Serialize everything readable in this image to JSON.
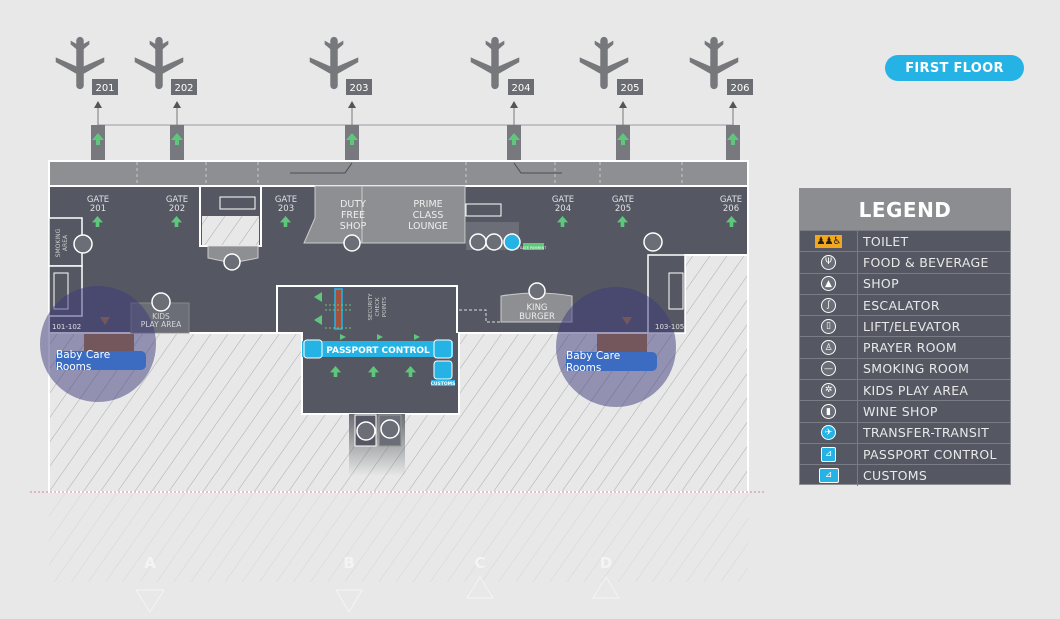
{
  "floor_label": "FIRST FLOOR",
  "plane_gates": [
    "201",
    "202",
    "203",
    "204",
    "205",
    "206"
  ],
  "gates": [
    {
      "word": "GATE",
      "number": "201"
    },
    {
      "word": "GATE",
      "number": "202"
    },
    {
      "word": "GATE",
      "number": "203"
    },
    {
      "word": "GATE",
      "number": "204"
    },
    {
      "word": "GATE",
      "number": "205"
    },
    {
      "word": "GATE",
      "number": "206"
    }
  ],
  "areas": {
    "duty_free": [
      "DUTY",
      "FREE",
      "SHOP"
    ],
    "lounge": [
      "PRIME",
      "CLASS",
      "LOUNGE"
    ],
    "king_burger": [
      "KING",
      "BURGER"
    ],
    "kids_play": [
      "KIDS",
      "PLAY AREA"
    ],
    "smoking": [
      "SMOKING",
      "AREA"
    ],
    "security": [
      "SECURITY",
      "CHECK",
      "POINTS"
    ],
    "passport_control": "PASSPORT CONTROL",
    "customs": "CUSTOMS",
    "gate_payment": "GATE PAYMENT",
    "room_left": "101-102",
    "room_right": "103-105"
  },
  "baby_care": [
    "Baby Care Rooms",
    "Baby Care Rooms"
  ],
  "exits": [
    "A",
    "B",
    "C",
    "D"
  ],
  "legend": {
    "title": "LEGEND",
    "items": [
      {
        "icon": "toilet-icon",
        "label": "TOILET"
      },
      {
        "icon": "food-beverage-icon",
        "label": "FOOD & BEVERAGE"
      },
      {
        "icon": "shop-icon",
        "label": "SHOP"
      },
      {
        "icon": "escalator-icon",
        "label": "ESCALATOR"
      },
      {
        "icon": "elevator-icon",
        "label": "LIFT/ELEVATOR"
      },
      {
        "icon": "prayer-room-icon",
        "label": "PRAYER ROOM"
      },
      {
        "icon": "smoking-room-icon",
        "label": "SMOKING ROOM"
      },
      {
        "icon": "kids-play-icon",
        "label": "KIDS PLAY AREA"
      },
      {
        "icon": "wine-shop-icon",
        "label": "WINE SHOP"
      },
      {
        "icon": "transfer-transit-icon",
        "label": "TRANSFER-TRANSIT"
      },
      {
        "icon": "passport-control-icon",
        "label": "PASSPORT CONTROL"
      },
      {
        "icon": "customs-icon",
        "label": "CUSTOMS"
      }
    ]
  },
  "colors": {
    "floor": "#555862",
    "corridor": "#8e8f92",
    "accent": "#25b3e6",
    "arrow": "#5fc77b",
    "baby_care": "#3b6cc2",
    "toilet": "#a9743f"
  }
}
